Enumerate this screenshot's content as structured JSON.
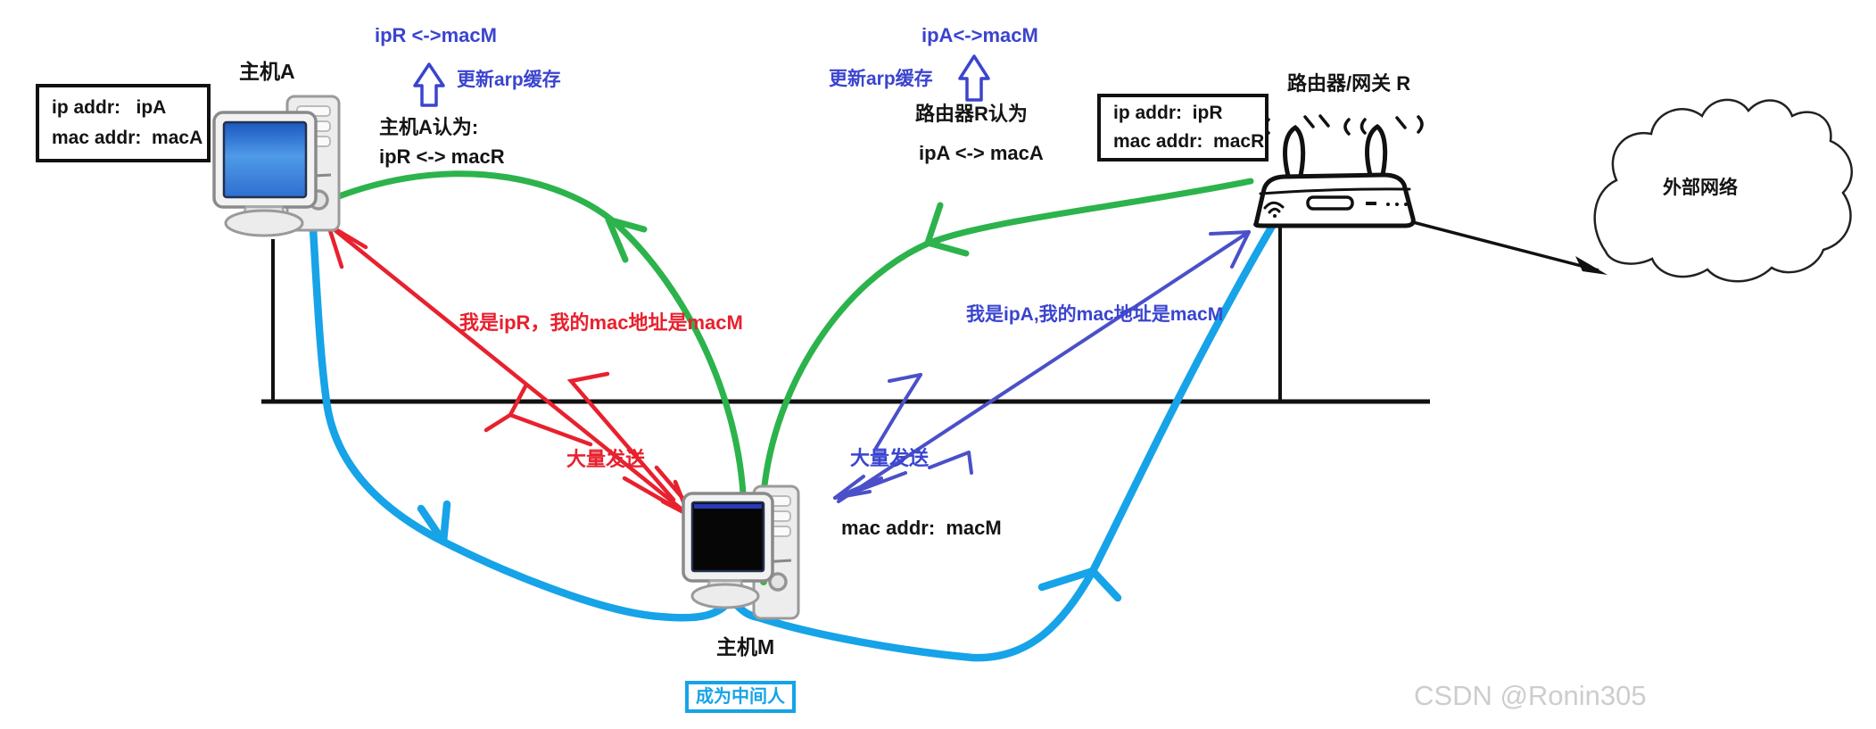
{
  "host_a": {
    "label": "主机A",
    "ip": "ip addr:   ipA",
    "mac": "mac addr:  macA",
    "belief_title": "主机A认为:",
    "belief": "ipR <-> macR",
    "arp_mapping": "ipR <->macM",
    "arp_caption": "更新arp缓存"
  },
  "router": {
    "label": "路由器/网关 R",
    "ip": "ip addr:  ipR",
    "mac": "mac addr:  macR",
    "belief_title": "路由器R认为",
    "belief": "ipA <-> macA",
    "arp_mapping": "ipA<->macM",
    "arp_caption": "更新arp缓存"
  },
  "host_m": {
    "label": "主机M",
    "mac": "mac addr:  macM",
    "status": "成为中间人"
  },
  "spoof_to_a": {
    "message": "我是ipR，我的mac地址是macM",
    "volume": "大量发送"
  },
  "spoof_to_r": {
    "message": "我是ipA,我的mac地址是macM",
    "volume": "大量发送"
  },
  "cloud": {
    "label": "外部网络"
  },
  "watermark": "CSDN @Ronin305",
  "colors": {
    "green_flow": "#2cb34c",
    "cyan_flow": "#16a3e8",
    "red_spoof": "#e8212e",
    "blue_spoof": "#4a50c8",
    "blue_text": "#3a44cf",
    "black": "#141414",
    "watermark_gray": "#cdcdcd"
  }
}
